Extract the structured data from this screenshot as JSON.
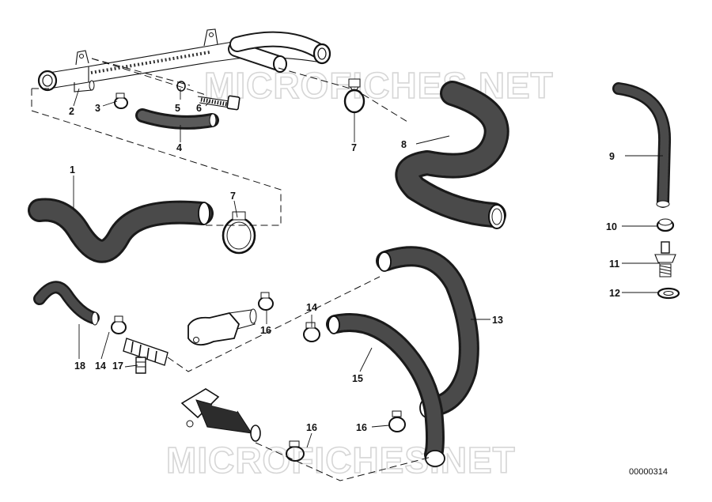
{
  "watermark": {
    "top": "MICROFICHES.NET",
    "bottom": "MICROFICHES.NET"
  },
  "reference_number": "00000314",
  "callouts": [
    "1",
    "2",
    "3",
    "4",
    "5",
    "6",
    "7",
    "7",
    "8",
    "9",
    "10",
    "11",
    "12",
    "13",
    "14",
    "14",
    "15",
    "16",
    "16",
    "16",
    "17",
    "18"
  ],
  "colors": {
    "ink": "#111111",
    "hose_texture": "#3a3a3a",
    "watermark_outline": "#d6d6d6"
  }
}
